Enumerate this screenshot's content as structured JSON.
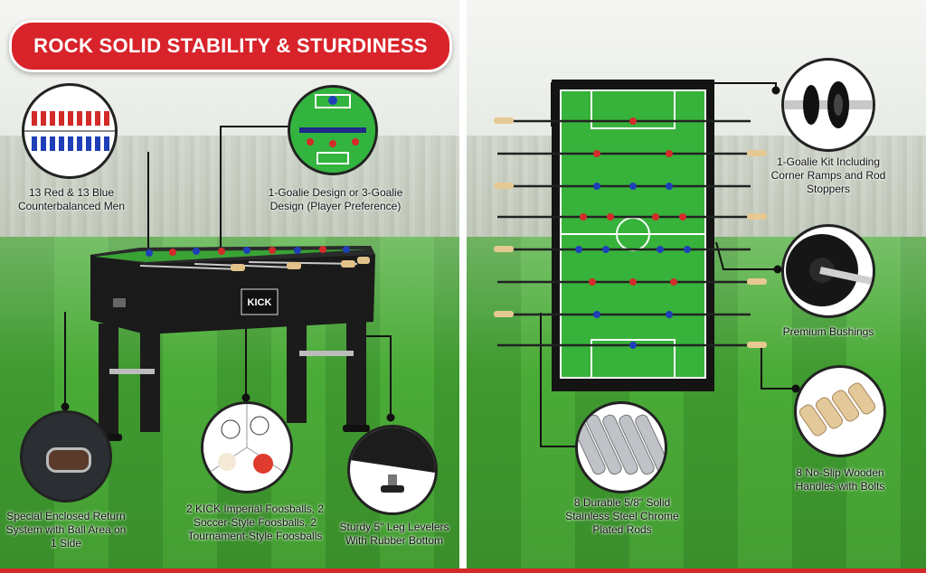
{
  "banner": {
    "title": "ROCK SOLID STABILITY & STURDINESS"
  },
  "features": {
    "men": "13 Red & 13 Blue Counterbalanced Men",
    "goalie_design": "1-Goalie Design or 3-Goalie Design (Player Preference)",
    "return_system": "Special Enclosed Return System with Ball Area on 1 Side",
    "foosballs": "2 KICK Imperial Foosballs, 2 Soccer-Style Foosballs, 2 Tournament-Style Foosballs",
    "levelers": "Sturdy 5\" Leg Levelers With Rubber Bottom",
    "goalie_kit": "1-Goalie Kit Including Corner Ramps and Rod Stoppers",
    "bushings": "Premium Bushings",
    "rods": "8 Durable 5/8\" Solid Stainless Steel Chrome Plated Rods",
    "handles": "8 No-Slip Wooden Handles with Bolts"
  },
  "brand": {
    "logo_text": "KICK"
  },
  "colors": {
    "accent": "#d8232a",
    "field": "#2fb03a",
    "cabinet": "#1a1a1a"
  }
}
